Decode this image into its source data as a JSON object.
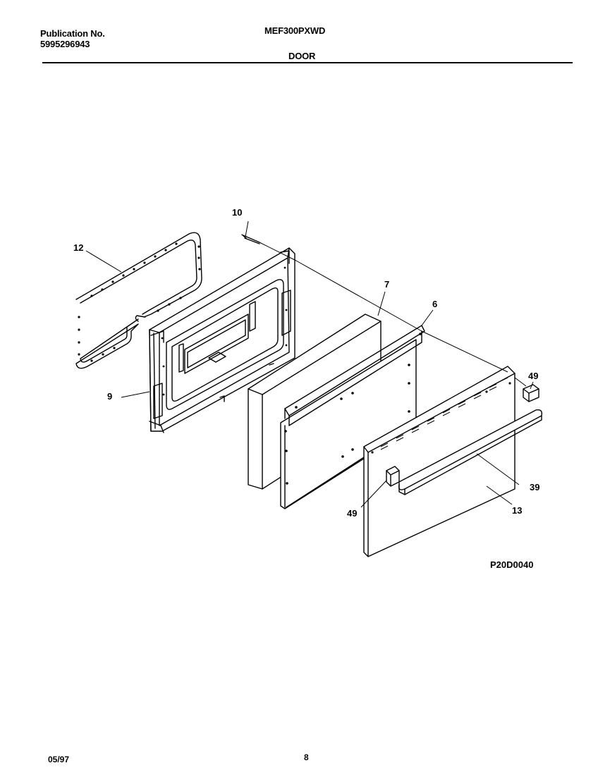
{
  "header": {
    "publication_label": "Publication No.",
    "publication_number": "5995296943",
    "model": "MEF300PXWD",
    "section": "DOOR"
  },
  "diagram": {
    "callouts": {
      "c10": "10",
      "c12": "12",
      "c7": "7",
      "c6": "6",
      "c9": "9",
      "c49a": "49",
      "c39": "39",
      "c49b": "49",
      "c13": "13"
    },
    "figure_code": "P20D0040"
  },
  "footer": {
    "date": "05/97",
    "page": "8"
  }
}
